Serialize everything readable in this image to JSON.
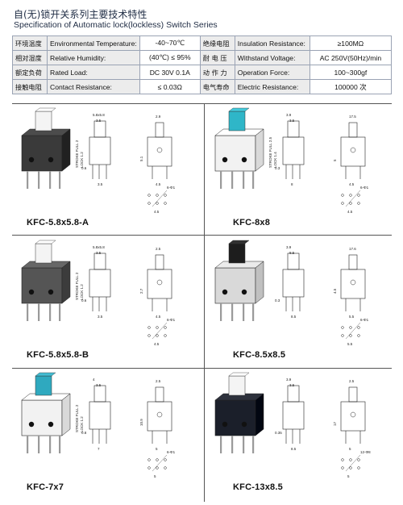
{
  "header": {
    "title_cn": "自(无)锁开关系列主要技术特性",
    "title_en": "Specification of Automatic lock(lockless) Switch Series"
  },
  "specs": [
    {
      "cn": "环境温度",
      "en": "Environmental Temperature:",
      "value": "-40~70℃",
      "cn2": "绝缘电阻",
      "en2": "Insulation Resistance:",
      "value2": "≥100MΩ"
    },
    {
      "cn": "相对湿度",
      "en": "Relative Humidity:",
      "value": "(40℃) ≤ 95%",
      "cn2": "耐 电 压",
      "en2": "Withstand Voltage:",
      "value2": "AC 250V(50Hz)/min"
    },
    {
      "cn": "额定负荷",
      "en": "Rated Load:",
      "value": "DC 30V 0.1A",
      "cn2": "动 作 力",
      "en2": "Operation Force:",
      "value2": "100~300gf"
    },
    {
      "cn": "接触电阻",
      "en": "Contact Resistance:",
      "value": "≤ 0.03Ω",
      "cn2": "电气寿命",
      "en2": "Electric Resistance:",
      "value2": "100000 次"
    }
  ],
  "products": [
    {
      "model": "KFC-5.8x5.8-A",
      "cap_color": "#f4f4f4",
      "body_color": "#3a3a3a",
      "dims": [
        "5.8x5.8",
        "3.5",
        "2.9",
        "6-Φ1",
        "4.5",
        "0.6",
        "3.5",
        "5.1"
      ],
      "stroke": "STROKE FULL 2",
      "lock": "LOCK 1.2"
    },
    {
      "model": "KFC-8x8",
      "cap_color": "#2fb6c8",
      "body_color": "#f2f2f2",
      "dims": [
        "3.9",
        "3.5",
        "17.5",
        "6-Φ1",
        "4.5",
        "0.3",
        "8",
        "5"
      ],
      "stroke": "STROKE FULL 2.5",
      "lock": "LOCK 1.4"
    },
    {
      "model": "KFC-5.8x5.8-B",
      "cap_color": "#f4f4f4",
      "body_color": "#555555",
      "dims": [
        "5.8x5.8",
        "3.5",
        "2.5",
        "6-Φ1",
        "4.5",
        "0.6",
        "3.5",
        "2.7"
      ],
      "stroke": "STROKE FULL 2",
      "lock": "LOCK 1.2"
    },
    {
      "model": "KFC-8.5x8.5",
      "cap_color": "#1d1d1d",
      "body_color": "#d9d9d9",
      "dims": [
        "3.9",
        "8.5",
        "17.6",
        "6-Φ1",
        "5.5",
        "0.3",
        "8.5",
        "4.5"
      ],
      "stroke": "",
      "lock": ""
    },
    {
      "model": "KFC-7x7",
      "cap_color": "#2fa9bf",
      "body_color": "#f2f2f2",
      "dims": [
        "4",
        "3.5",
        "2.5",
        "6-Φ1",
        "5",
        "0.8",
        "7",
        "10.9"
      ],
      "stroke": "STROKE FULL 2",
      "lock": "LOCK 1.2"
    },
    {
      "model": "KFC-13x8.5",
      "cap_color": "#f4f4f4",
      "body_color": "#1b1f2a",
      "dims": [
        "3.9",
        "3.5",
        "2.5",
        "12-Φ8",
        "5",
        "0.35",
        "8.5",
        "17"
      ],
      "stroke": "",
      "lock": ""
    }
  ]
}
